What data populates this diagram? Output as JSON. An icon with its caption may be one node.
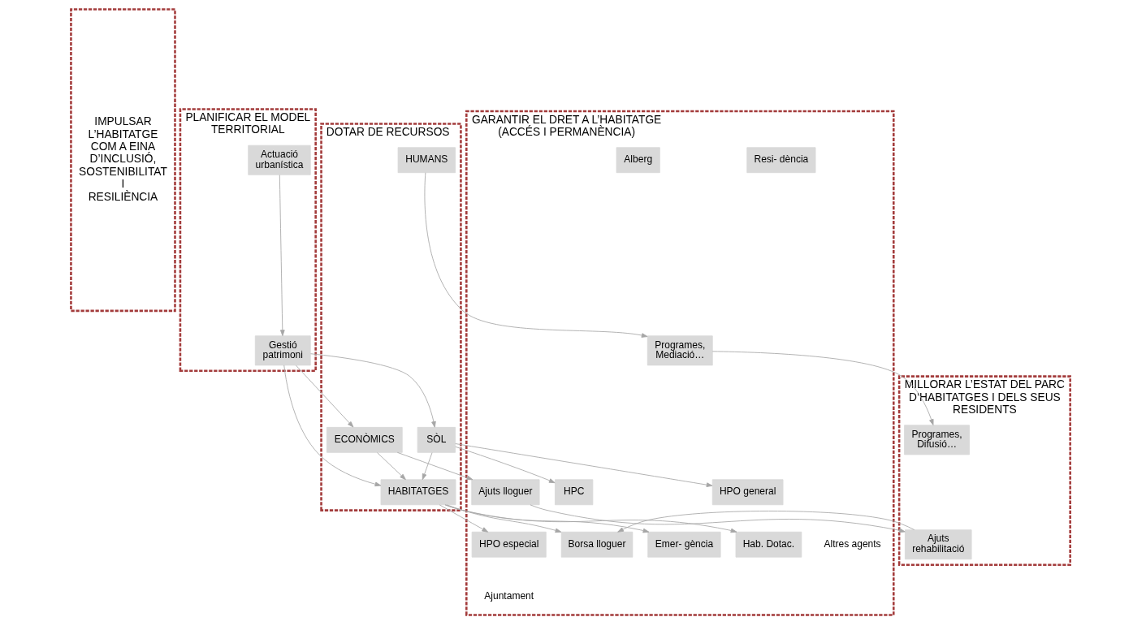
{
  "diagram": {
    "nodes": [
      {
        "text": [
          "IMPULSAR L’HABITATGE COM A EINA D’INCLUSIÓ, SOSTENIBILITAT I RESILIÈNCIA"
        ]
      },
      {
        "text": [
          "PLANIFICAR EL MODEL TERRITORIAL"
        ]
      },
      {
        "text": [
          "Actuació urbanística"
        ],
        "in": 1
      },
      {
        "text": [
          "Gestió patrimoni"
        ],
        "in": 1
      },
      {
        "text": [
          "DOTAR DE RECURSOS"
        ]
      },
      {
        "text": [
          "SÒL"
        ],
        "in": 4
      },
      {
        "text": [
          "HABITATGES"
        ],
        "in": 4
      },
      {
        "text": [
          "ECONÒMICS"
        ],
        "in": 4
      },
      {
        "text": [
          "HUMANS"
        ],
        "in": 4
      },
      {
        "text": [
          "GARANTIR EL DRET A L’HABITATGE (ACCÉS I PERMANÈNCIA)"
        ]
      },
      {
        "text": [
          "HPC"
        ],
        "in": 9
      },
      {
        "text": [
          "HPO general"
        ],
        "in": 9
      },
      {
        "text": [
          "Borsa lloguer"
        ],
        "in": 9
      },
      {
        "text": [
          "HPO especial"
        ],
        "in": 9
      },
      {
        "text": [
          "Hab. Dotac."
        ],
        "in": 9
      },
      {
        "text": [
          "Resi- dència"
        ],
        "in": 9
      },
      {
        "text": [
          "Emer- gència"
        ],
        "in": 9
      },
      {
        "text": [
          "Alberg"
        ],
        "in": 9
      },
      {
        "text": [
          "Ajuts lloguer"
        ],
        "in": 9
      },
      {
        "text": [
          "Programes, Mediació…"
        ],
        "in": 9
      },
      {
        "text": [
          "MILLORAR L’ESTAT DEL PARC D’HABITATGES I DELS SEUS RESIDENTS"
        ]
      },
      {
        "text": [
          "Ajuts rehabilitació"
        ],
        "in": 20
      },
      {
        "text": [
          "Programes, Difusió…"
        ],
        "in": 20
      }
    ],
    "edges": [
      {
        "from": 2,
        "to": 3,
        "arrow": "to"
      },
      {
        "from": 3,
        "to": 5,
        "arrow": "to"
      },
      {
        "from": 3,
        "to": 6,
        "arrow": "to"
      },
      {
        "from": 3,
        "to": 7,
        "arrow": "to"
      },
      {
        "from": 5,
        "to": 6,
        "arrow": "to"
      },
      {
        "from": 7,
        "to": 6,
        "arrow": "to"
      },
      {
        "from": 5,
        "to": 10,
        "arrow": "to"
      },
      {
        "from": 5,
        "to": 11,
        "arrow": "to"
      },
      {
        "from": 6,
        "to": 12,
        "arrow": "to"
      },
      {
        "from": 6,
        "to": 13,
        "arrow": "to"
      },
      {
        "from": 6,
        "to": 14,
        "arrow": "to"
      },
      {
        "from": 6,
        "to": 16,
        "arrow": "to"
      },
      {
        "from": 7,
        "to": 18,
        "arrow": "to"
      },
      {
        "from": 8,
        "to": 19,
        "arrow": "to"
      },
      {
        "from": 18,
        "to": 21,
        "arrow": "to"
      },
      {
        "from": 19,
        "to": 22,
        "arrow": "to"
      },
      {
        "from": 21,
        "to": 12,
        "arrow": "to"
      }
    ],
    "labels": [
      "Altres agents",
      "Ajuntament"
    ]
  }
}
